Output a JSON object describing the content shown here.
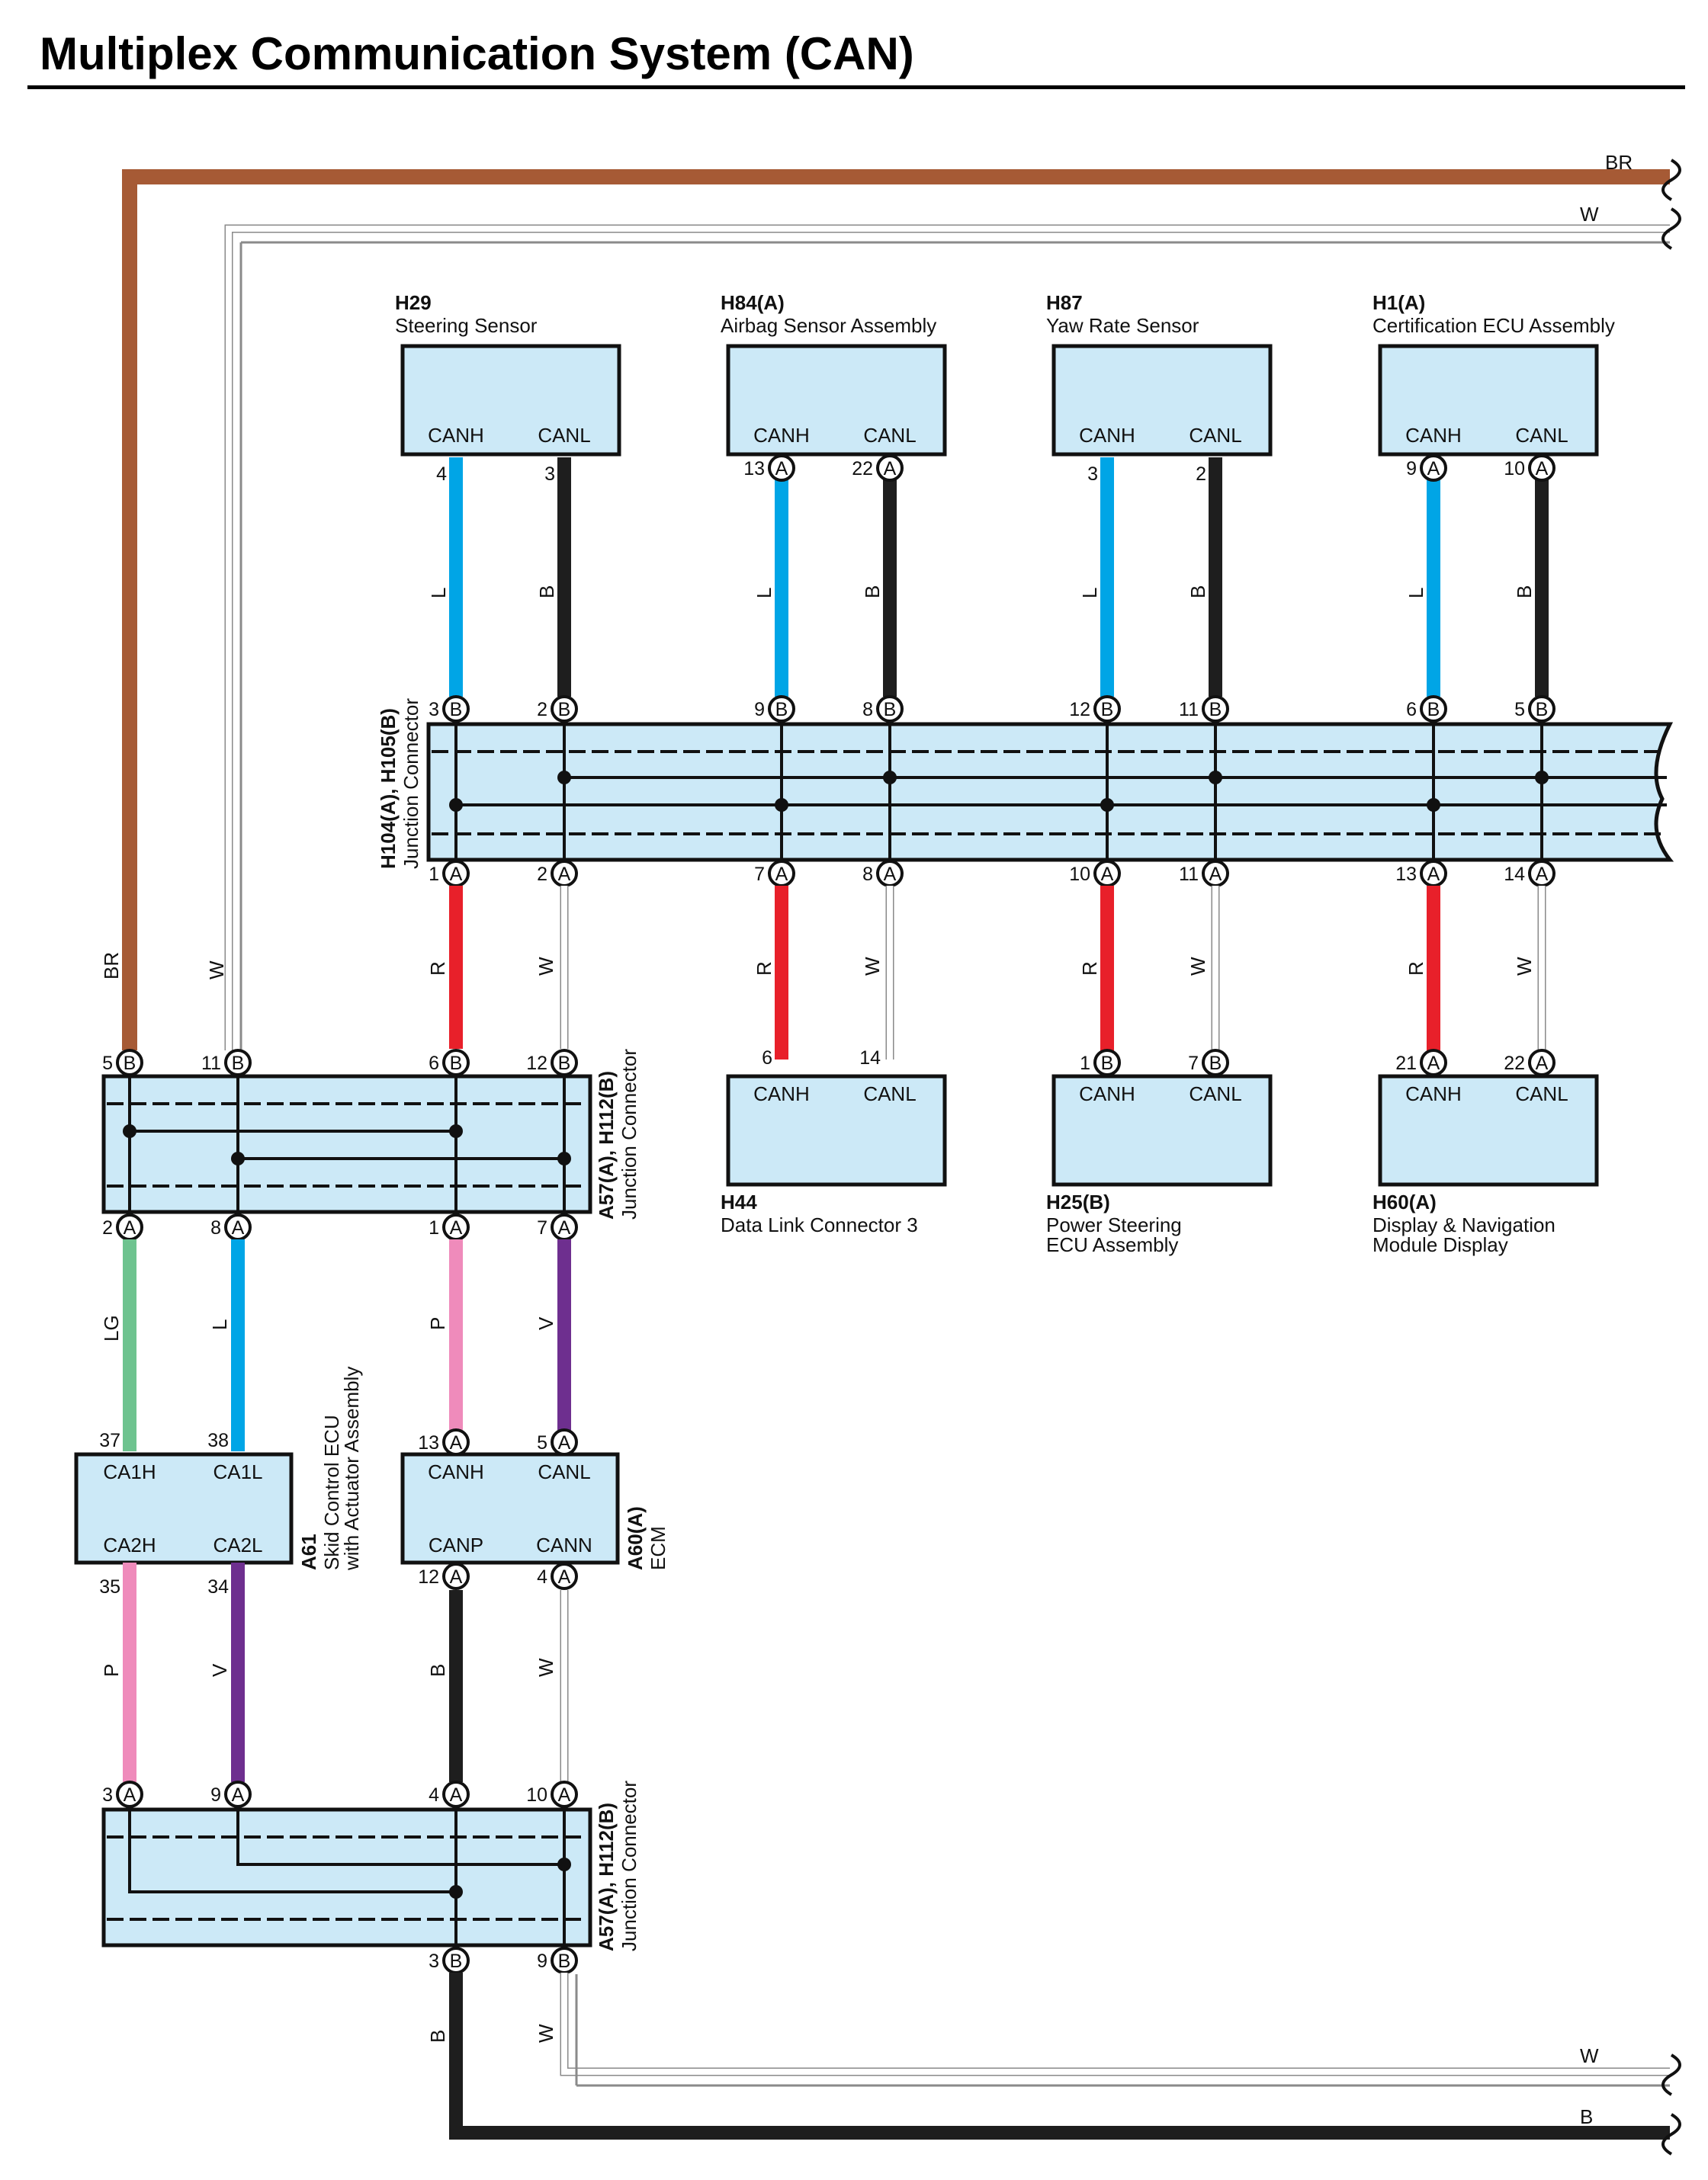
{
  "title": "Multiplex Communication System (CAN)",
  "colors": {
    "BR": "#a65a35",
    "W": "#ffffff",
    "L": "#00a5e6",
    "B": "#1e1e1e",
    "R": "#e8202a",
    "LG": "#6ec38f",
    "P": "#ef8bbb",
    "V": "#6e2f8f",
    "box_fill": "#cce9f7"
  },
  "rails": {
    "br": "BR",
    "w_top": "W",
    "w_bottom": "W",
    "b_bottom": "B"
  },
  "ecus_top": [
    {
      "code": "H29",
      "name": "Steering Sensor",
      "p1": "CANH",
      "p2": "CANL",
      "pin1": "4",
      "pin2": "3",
      "tag1": "",
      "tag2": ""
    },
    {
      "code": "H84(A)",
      "name": "Airbag Sensor Assembly",
      "p1": "CANH",
      "p2": "CANL",
      "pin1": "13",
      "pin2": "22",
      "tag1": "A",
      "tag2": "A"
    },
    {
      "code": "H87",
      "name": "Yaw Rate Sensor",
      "p1": "CANH",
      "p2": "CANL",
      "pin1": "3",
      "pin2": "2",
      "tag1": "",
      "tag2": ""
    },
    {
      "code": "H1(A)",
      "name": "Certification ECU Assembly",
      "p1": "CANH",
      "p2": "CANL",
      "pin1": "9",
      "pin2": "10",
      "tag1": "A",
      "tag2": "A"
    }
  ],
  "jc_main": {
    "label1": "H104(A), H105(B)",
    "label2": "Junction Connector",
    "top_pins": [
      "3",
      "2",
      "9",
      "8",
      "12",
      "11",
      "6",
      "5"
    ],
    "top_tag": "B",
    "bottom_pins": [
      "1",
      "2",
      "7",
      "8",
      "10",
      "11",
      "13",
      "14"
    ],
    "bottom_tag": "A"
  },
  "ecus_mid": [
    {
      "code": "H44",
      "name1": "Data Link Connector 3",
      "name2": "",
      "p1": "CANH",
      "p2": "CANL",
      "pin1": "6",
      "pin2": "14",
      "tag1": "",
      "tag2": ""
    },
    {
      "code": "H25(B)",
      "name1": "Power Steering",
      "name2": "ECU Assembly",
      "p1": "CANH",
      "p2": "CANL",
      "pin1": "1",
      "pin2": "7",
      "tag1": "B",
      "tag2": "B"
    },
    {
      "code": "H60(A)",
      "name1": "Display & Navigation",
      "name2": "Module Display",
      "p1": "CANH",
      "p2": "CANL",
      "pin1": "21",
      "pin2": "22",
      "tag1": "A",
      "tag2": "A"
    }
  ],
  "jc_a57_upper": {
    "label1": "A57(A), H112(B)",
    "label2": "Junction Connector",
    "top_pins": [
      "5",
      "11",
      "6",
      "12"
    ],
    "top_tag": "B",
    "bottom_pins": [
      "2",
      "8",
      "1",
      "7"
    ],
    "bottom_tag": "A"
  },
  "a61": {
    "code": "A61",
    "name1": "Skid Control ECU",
    "name2": "with Actuator Assembly",
    "p_tl": "CA1H",
    "p_tr": "CA1L",
    "p_bl": "CA2H",
    "p_br": "CA2L",
    "pin_tl": "37",
    "pin_tr": "38",
    "pin_bl": "35",
    "pin_br": "34"
  },
  "a60": {
    "code": "A60(A)",
    "name": "ECM",
    "p_tl": "CANH",
    "p_tr": "CANL",
    "p_bl": "CANP",
    "p_br": "CANN",
    "pin_tl": "13",
    "pin_tr": "5",
    "pin_bl": "12",
    "pin_br": "4",
    "tag": "A"
  },
  "jc_a57_lower": {
    "label1": "A57(A), H112(B)",
    "label2": "Junction Connector",
    "top_pins": [
      "3",
      "9",
      "4",
      "10"
    ],
    "top_tag": "A",
    "bottom_pins": [
      "3",
      "9"
    ],
    "bottom_tag": "B"
  },
  "wire_labels": {
    "ecu_top_hi": "L",
    "ecu_top_lo": "B",
    "mid_hi": "R",
    "mid_lo": "W",
    "rail_br": "BR",
    "rail_w": "W",
    "a61_hi": "LG",
    "a61_lo": "L",
    "ecm_hi": "P",
    "ecm_lo": "V",
    "a61_low_hi": "P",
    "a61_low_lo": "V",
    "ecm_low_hi": "B",
    "ecm_low_lo": "W",
    "out_b": "B",
    "out_w": "W"
  }
}
